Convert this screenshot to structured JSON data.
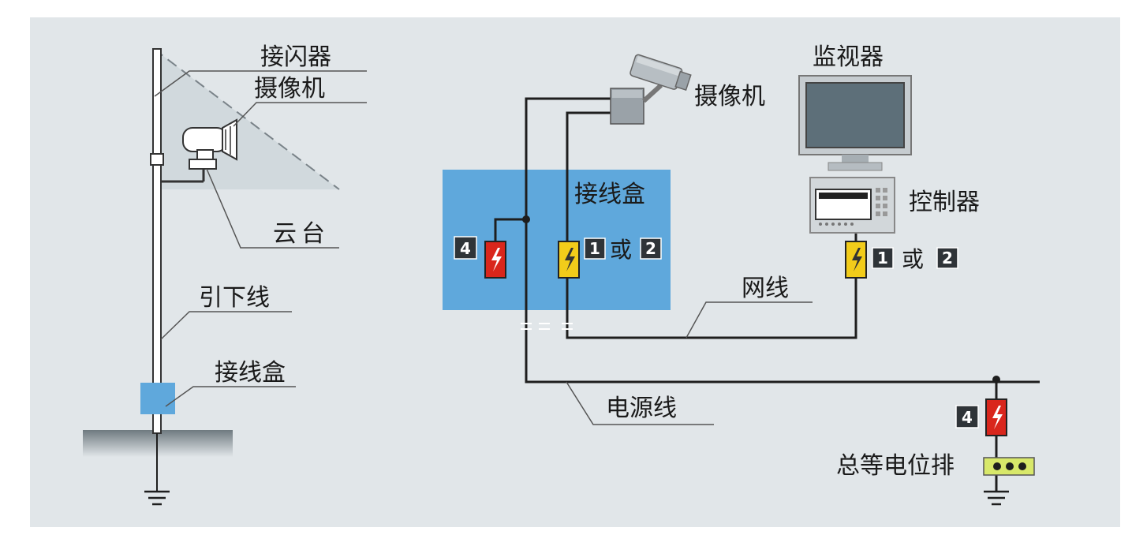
{
  "labels": {
    "lightning_rod": "接闪器",
    "camera_left": "摄像机",
    "pan_tilt": "云台",
    "down_conductor": "引下线",
    "junction_box_left": "接线盒",
    "camera_right": "摄像机",
    "monitor": "监视器",
    "junction_box_right": "接线盒",
    "controller": "控制器",
    "network_cable": "网线",
    "power_cable": "电源线",
    "equipotential_bar": "总等电位排"
  },
  "spd_badges": {
    "junction_box_power": "4",
    "junction_box_signal_a": "1",
    "junction_box_or": "或",
    "junction_box_signal_b": "2",
    "controller_signal_a": "1",
    "controller_or": "或",
    "controller_signal_b": "2",
    "main_power": "4"
  },
  "colors": {
    "background": "#e1e6e9",
    "box_blue": "#5fa8dc",
    "spd_yellow": "#f2cc1a",
    "spd_red": "#d9261c",
    "badge_dark": "#2f3438",
    "wire": "#1e1e1e",
    "leader": "#555555",
    "equipotential_green": "#d8e86a"
  }
}
